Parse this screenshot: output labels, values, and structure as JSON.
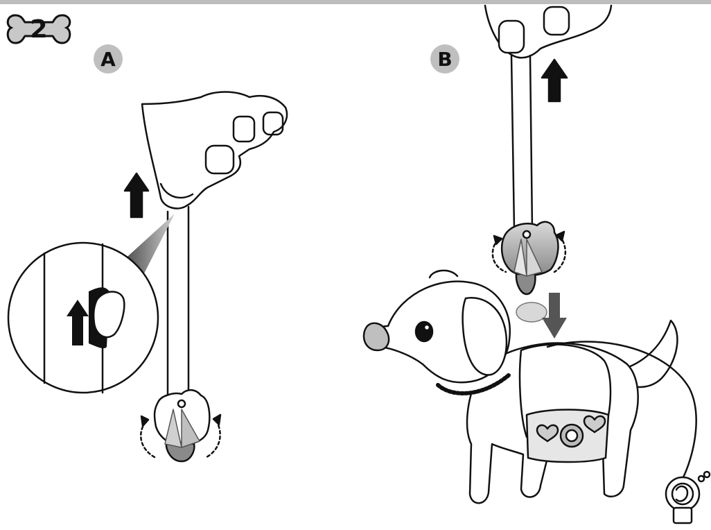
{
  "step": {
    "number": "2"
  },
  "panels": [
    {
      "label": "A"
    },
    {
      "label": "B"
    }
  ],
  "colors": {
    "outline": "#111111",
    "badge_fill": "#bfbfbf",
    "bone_fill": "#c8c8c8",
    "top_rule": "#bdbdbd",
    "treat_fill": "#8a8a8a",
    "pouch_gray": "#9a9a9a"
  },
  "icons": [
    "bone-icon",
    "up-arrow-icon",
    "down-arrow-icon",
    "rotate-arrow-icon",
    "magnifier-circle-icon",
    "dog-tag-icon"
  ]
}
